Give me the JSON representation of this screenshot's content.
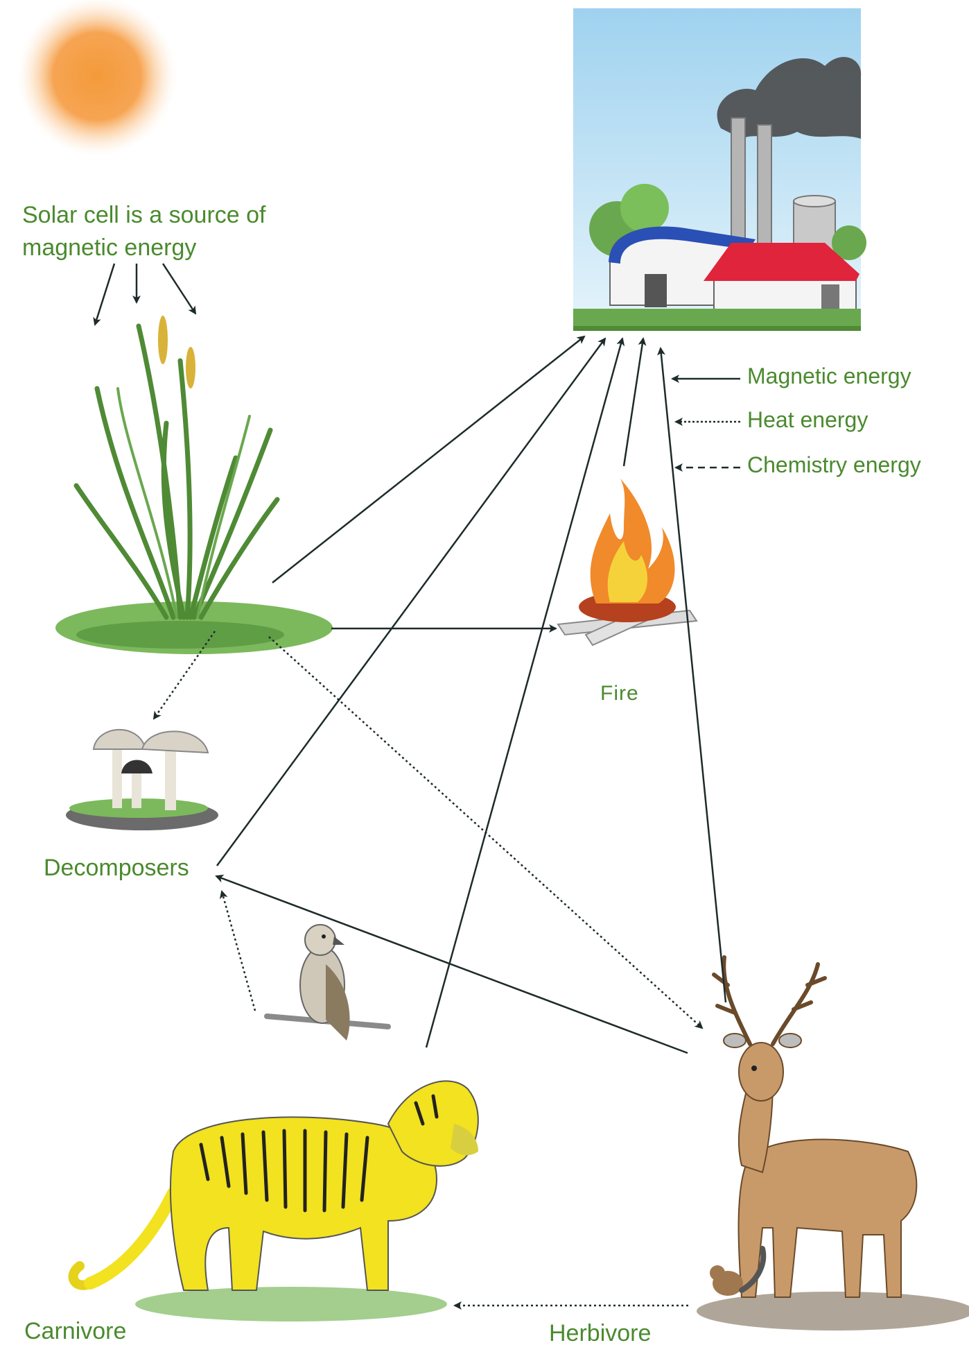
{
  "labels": {
    "sun": "Solar cell is a source of",
    "sun_line2": "magnetic energy",
    "fire": "Fire",
    "decomposers": "Decomposers",
    "carnivore": "Carnivore",
    "herbivore": "Herbivore"
  },
  "legend": [
    {
      "label": "Magnetic energy",
      "style": "solid"
    },
    {
      "label": "Heat energy",
      "style": "dotted"
    },
    {
      "label": "Chemistry energy",
      "style": "dashed"
    }
  ],
  "colors": {
    "label": "#4a8a2e",
    "arrow": "#1e2b2b",
    "sky": "#bfe3f5",
    "sun": "#f39a3a",
    "grass": "#6aa84f",
    "tiger": "#f2e21f",
    "deer": "#c89a6a"
  },
  "nodes": [
    "sun",
    "plant",
    "factory",
    "fire",
    "decomposers",
    "bird",
    "carnivore",
    "herbivore"
  ]
}
